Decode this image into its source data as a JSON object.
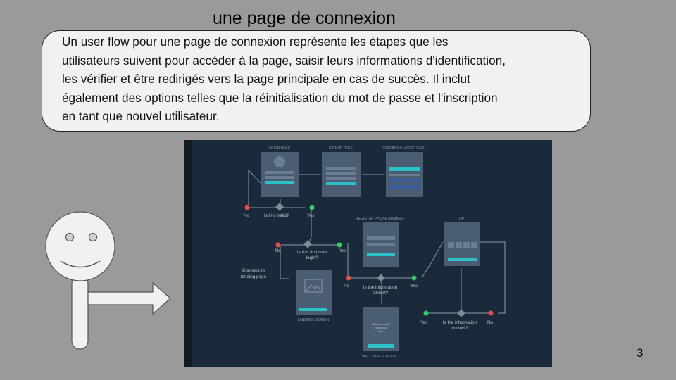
{
  "slide": {
    "title": "une page de connexion",
    "page_number": "3"
  },
  "callout": {
    "lines": [
      "Un user flow pour une page de connexion représente les étapes que les",
      "utilisateurs suivent pour accéder à la page, saisir leurs informations d'identification,",
      "les vérifier et être redirigés vers la page principale en cas de succès. Il inclut",
      "également des options telles que la réinitialisation du mot de passe et l'inscription",
      "en tant que nouvel utilisateur."
    ]
  },
  "flow": {
    "screens": {
      "login": "LOGIN PAGE",
      "signup": "SIGNUP PAGE",
      "facebook": "FACEBOOK LOGIN PAGE",
      "register_phone": "REGISTER PHONE NUMBER",
      "otp": "OPT",
      "landing": "LANDING SCREEN",
      "welcome": "WELCOME SCREEN"
    },
    "decisions": {
      "info_valid": "Is info Valid?",
      "first_time_1": "Is this first time",
      "first_time_2": "login?",
      "info_correct_a_1": "Is the information",
      "info_correct_a_2": "correct?",
      "info_correct_b_1": "Is the information",
      "info_correct_b_2": "correct?"
    },
    "answers": {
      "no": "No",
      "yes": "Yes"
    },
    "notes": {
      "continue_1": "Continue to",
      "continue_2": "landing page",
      "welcome_1": "Welcome Scalut",
      "welcome_2": "thank you",
      "welcome_3": "Your..."
    },
    "colors": {
      "background": "#1b2a3a",
      "card": "#4b5d72",
      "accent": "#2cc2c8",
      "yes": "#37c96a",
      "no": "#e2504b"
    }
  }
}
